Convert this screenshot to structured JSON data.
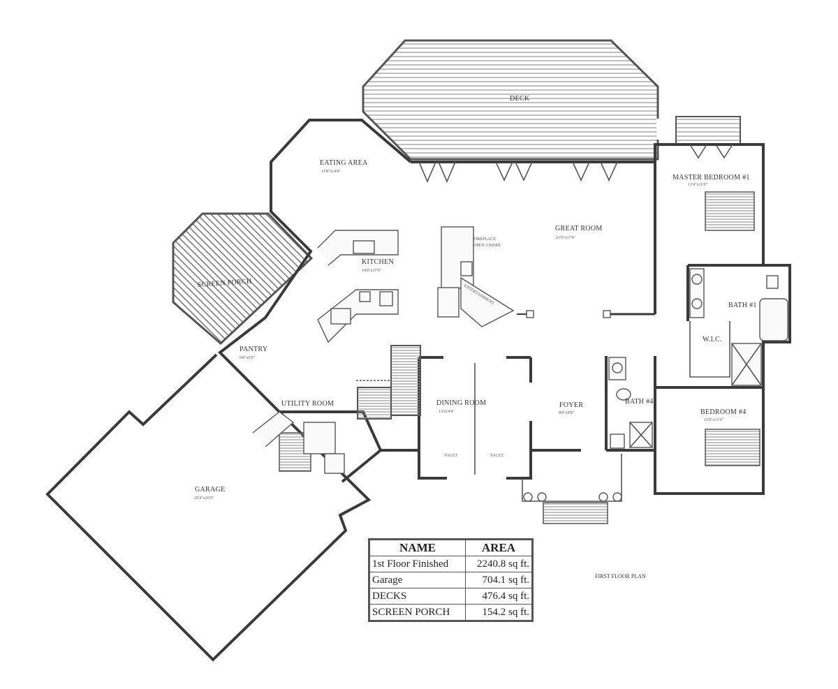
{
  "rooms": {
    "deck": "DECK",
    "eating_area": "EATING AREA",
    "eating_area_dim": "11'8\"x14'4\"",
    "great_room": "GREAT ROOM",
    "great_room_dim": "21'0\"x17'4\"",
    "master_bedroom": "MASTER BEDROOM #1",
    "master_bedroom_dim": "13'4\"x16'0\"",
    "fireplace": "FIREPLACE",
    "fireplace_note": "OPEN 3 SIDES",
    "entertainment": "ENTERTAINMENT",
    "kitchen": "KITCHEN",
    "kitchen_dim": "14'0\"x17'0\"",
    "screen_porch": "SCREEN PORCH",
    "pantry": "PANTRY",
    "pantry_dim": "6'0\"x6'0\"",
    "bath1": "BATH #1",
    "wic": "W.I.C.",
    "bath4": "BATH #4",
    "dining_room": "DINING ROOM",
    "dining_room_dim": "13'x14'4\"",
    "foyer": "FOYER",
    "foyer_dim": "8'0\"x9'8\"",
    "bedroom4": "BEDROOM #4",
    "bedroom4_dim": "13'0\"x13'4\"",
    "utility_room": "UTILITY ROOM",
    "garage": "GARAGE",
    "garage_dim": "25'4\"x26'0\"",
    "vault_left": "VAULT",
    "vault_right": "VAULT"
  },
  "plan_title": "FIRST FLOOR PLAN",
  "area_table": {
    "headers": {
      "name": "NAME",
      "area": "AREA"
    },
    "rows": [
      {
        "name": "1st Floor Finished",
        "area": "2240.8 sq ft."
      },
      {
        "name": "Garage",
        "area": "704.1 sq ft."
      },
      {
        "name": "DECKS",
        "area": "476.4 sq ft."
      },
      {
        "name": "SCREEN PORCH",
        "area": "154.2 sq ft."
      }
    ]
  }
}
